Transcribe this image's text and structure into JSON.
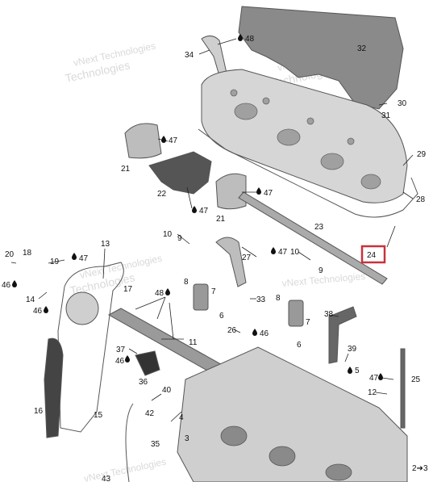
{
  "watermark": {
    "line1": "vNext Technologies",
    "line2": "Technologies"
  },
  "callouts": {
    "c34": "34",
    "c48a": "48",
    "c32": "32",
    "c30": "30",
    "c31": "31",
    "c29": "29",
    "c28": "28",
    "c47a": "47",
    "c21a": "21",
    "c22": "22",
    "c47b": "47",
    "c47c": "47",
    "c21b": "21",
    "c23": "23",
    "c24": "24",
    "c10a": "10",
    "c9a": "9",
    "c27": "27",
    "c47d": "47",
    "c10b": "10",
    "c9b": "9",
    "c20": "20",
    "c18": "18",
    "c19": "19",
    "c47e": "47",
    "c13": "13",
    "c46a": "46",
    "c17": "17",
    "c14": "14",
    "c46b": "46",
    "c8a": "8",
    "c7a": "7",
    "c48b": "48",
    "c33": "33",
    "c8b": "8",
    "c7b": "7",
    "c6a": "6",
    "c38": "38",
    "c11": "11",
    "c26": "26",
    "c46c": "46",
    "c6b": "6",
    "c37": "37",
    "c46d": "46",
    "c39": "39",
    "c5": "5",
    "c36": "36",
    "c47f": "47",
    "c25": "25",
    "c12": "12",
    "c40": "40",
    "c42": "42",
    "c16": "16",
    "c15": "15",
    "c4": "4",
    "c35": "35",
    "c3": "3",
    "c43": "43",
    "c2to3": "2➔3"
  },
  "colors": {
    "part_fill": "#cfcfcf",
    "part_dark": "#8a8a8a",
    "highlight_box": "#c8323c",
    "text": "#111111",
    "watermark": "#d9d9d9"
  },
  "highlighted_callout": "24"
}
